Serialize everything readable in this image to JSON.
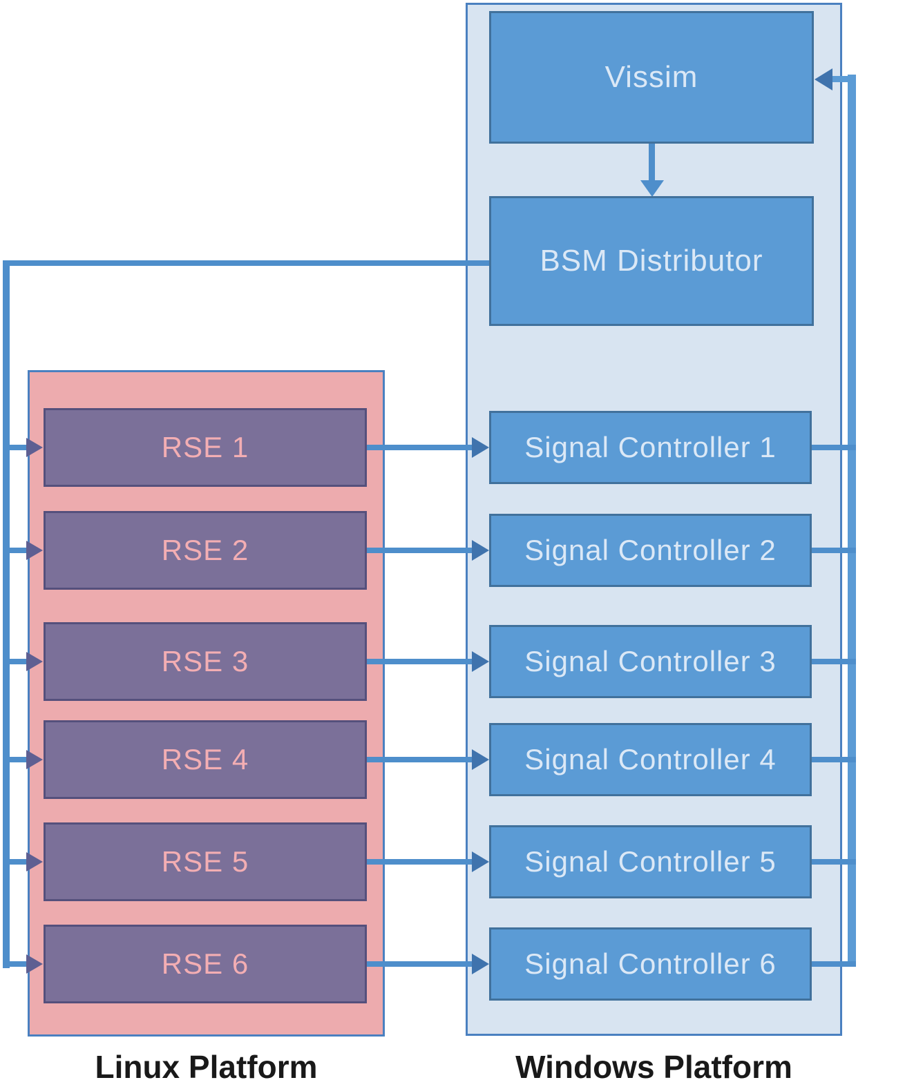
{
  "diagram": {
    "windows_platform": {
      "label": "Windows Platform",
      "vissim_label": "Vissim",
      "bsm_distributor_label": "BSM Distributor",
      "signal_controllers": [
        "Signal Controller 1",
        "Signal Controller 2",
        "Signal Controller 3",
        "Signal Controller 4",
        "Signal Controller 5",
        "Signal Controller 6"
      ]
    },
    "linux_platform": {
      "label": "Linux Platform",
      "rse_units": [
        "RSE 1",
        "RSE 2",
        "RSE 3",
        "RSE 4",
        "RSE 5",
        "RSE 6"
      ]
    },
    "edges": [
      [
        "Vissim",
        "BSM Distributor"
      ],
      [
        "BSM Distributor",
        "RSE 1"
      ],
      [
        "BSM Distributor",
        "RSE 2"
      ],
      [
        "BSM Distributor",
        "RSE 3"
      ],
      [
        "BSM Distributor",
        "RSE 4"
      ],
      [
        "BSM Distributor",
        "RSE 5"
      ],
      [
        "BSM Distributor",
        "RSE 6"
      ],
      [
        "RSE 1",
        "Signal Controller 1"
      ],
      [
        "RSE 2",
        "Signal Controller 2"
      ],
      [
        "RSE 3",
        "Signal Controller 3"
      ],
      [
        "RSE 4",
        "Signal Controller 4"
      ],
      [
        "RSE 5",
        "Signal Controller 5"
      ],
      [
        "RSE 6",
        "Signal Controller 6"
      ],
      [
        "Signal Controller 1",
        "Vissim"
      ],
      [
        "Signal Controller 2",
        "Vissim"
      ],
      [
        "Signal Controller 3",
        "Vissim"
      ],
      [
        "Signal Controller 4",
        "Vissim"
      ],
      [
        "Signal Controller 5",
        "Vissim"
      ],
      [
        "Signal Controller 6",
        "Vissim"
      ]
    ],
    "colors": {
      "win_fill": "#d8e4f1",
      "win_border": "#4a80c0",
      "linux_fill": "#edabae",
      "linux_border": "#4a80c0",
      "node_fill": "#5b9bd5",
      "node_border": "#41719c",
      "node_text": "#dbe8f6",
      "rse_fill": "#7b7099",
      "rse_border": "#55507c",
      "rse_text": "#f3aeb3",
      "line": "#4e8ecb",
      "trunk": "#5b9bd5",
      "arrow_blue": "#3f73ad",
      "arrow_purple": "#5e5f92",
      "label_color": "#191919"
    }
  }
}
